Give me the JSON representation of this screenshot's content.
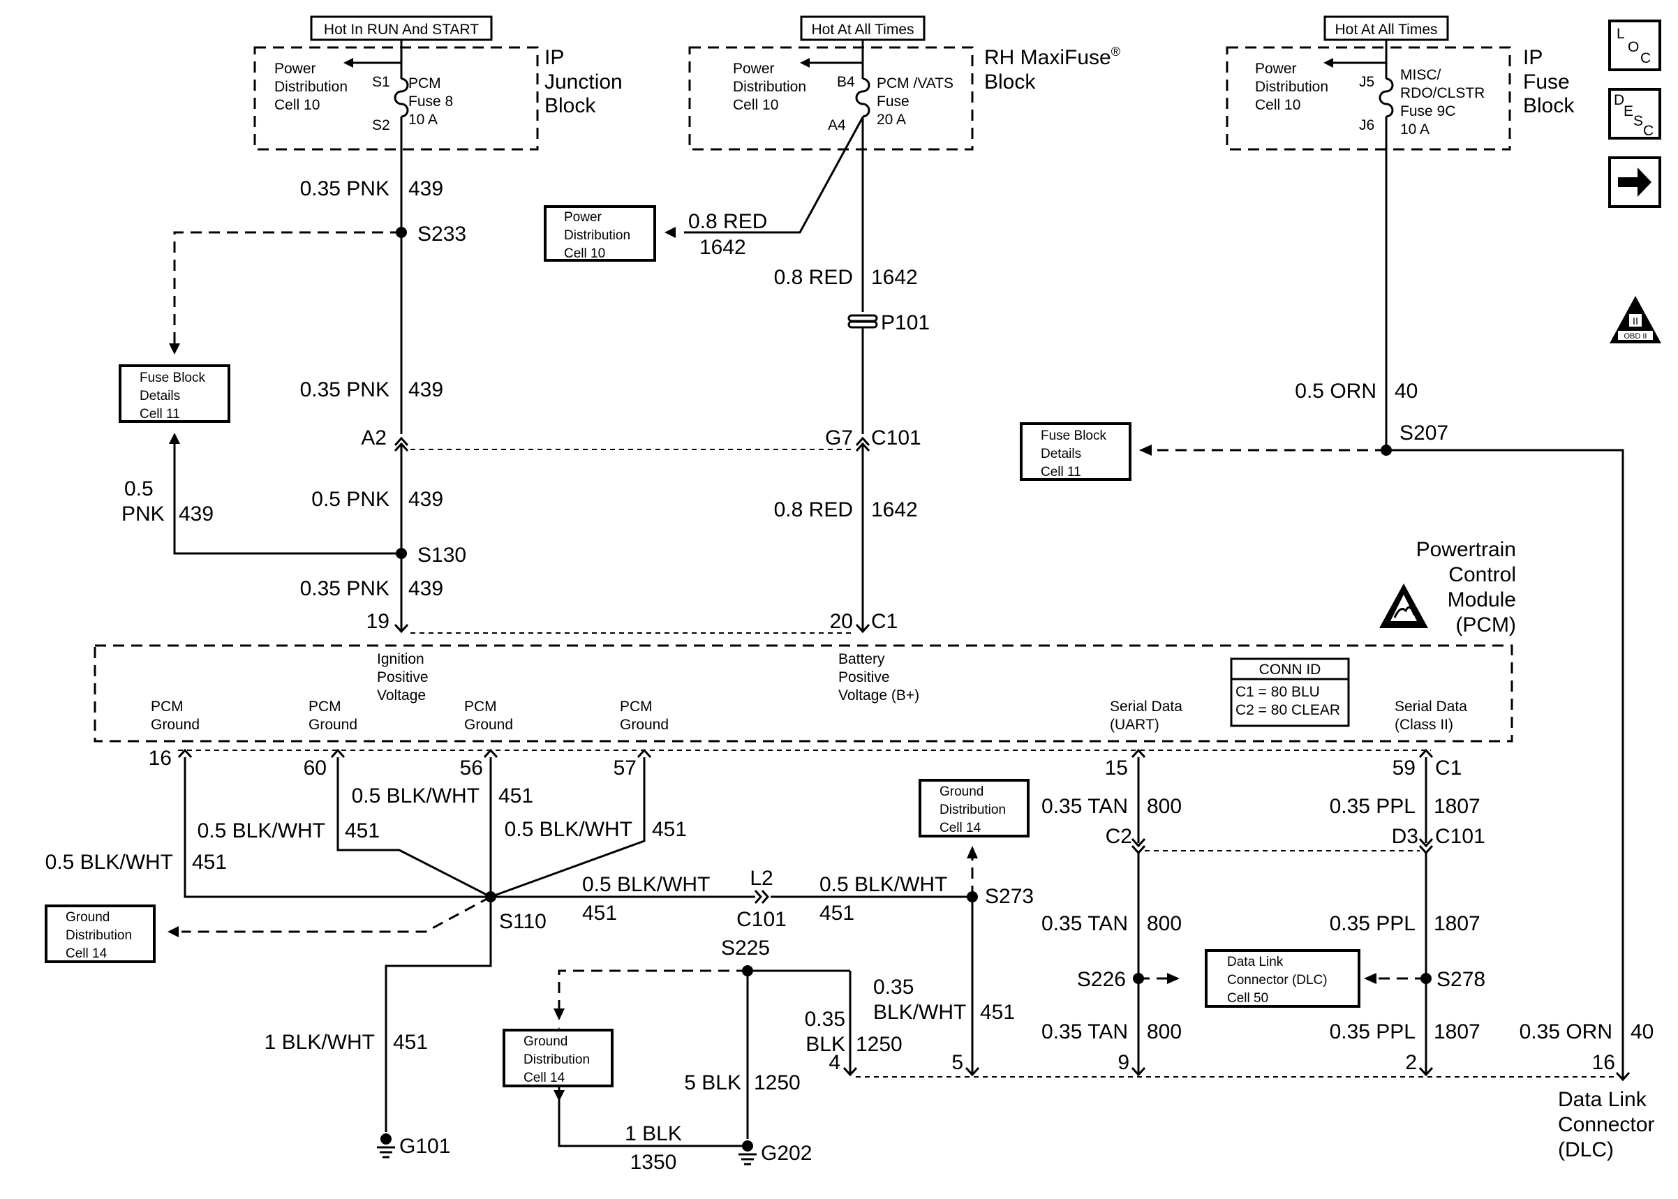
{
  "header_labels": {
    "hot_run_start": "Hot In RUN And START",
    "hot_all_1": "Hot At All Times",
    "hot_all_2": "Hot At All Times"
  },
  "blocks": {
    "ip_junction": [
      "IP",
      "Junction",
      "Block"
    ],
    "rh_maxifuse": [
      "RH MaxiFuse",
      "®",
      "Block"
    ],
    "ip_fuse": [
      "IP",
      "Fuse",
      "Block"
    ]
  },
  "fuses": {
    "pcm_fuse_8": [
      "PCM",
      "Fuse 8",
      "10 A"
    ],
    "pcm_vats_fuse": [
      "PCM /VATS",
      "Fuse",
      "20 A"
    ],
    "misc_fuse_9c": [
      "MISC/",
      "RDO/CLSTR",
      "Fuse 9C",
      "10 A"
    ]
  },
  "pins": {
    "s1": "S1",
    "s2": "S2",
    "b4": "B4",
    "a4": "A4",
    "j5": "J5",
    "j6": "J6"
  },
  "power_dist": [
    "Power",
    "Distribution",
    "Cell 10"
  ],
  "ref_boxes": {
    "power_dist_10": [
      "Power",
      "Distribution",
      "Cell 10"
    ],
    "fuse_block_11a": [
      "Fuse Block",
      "Details",
      "Cell 11"
    ],
    "fuse_block_11b": [
      "Fuse Block",
      "Details",
      "Cell 11"
    ],
    "ground_dist_14a": [
      "Ground",
      "Distribution",
      "Cell 14"
    ],
    "ground_dist_14b": [
      "Ground",
      "Distribution",
      "Cell 14"
    ],
    "ground_dist_14c": [
      "Ground",
      "Distribution",
      "Cell 14"
    ],
    "dlc_50": [
      "Data Link",
      "Connector (DLC)",
      "Cell 50"
    ]
  },
  "wires": {
    "pnk_439_a": [
      "0.35 PNK",
      "439"
    ],
    "pnk_439_b": [
      "0.35 PNK",
      "439"
    ],
    "pnk_439_c": [
      "0.5 PNK",
      "439"
    ],
    "pnk_439_d": [
      "0.35 PNK",
      "439"
    ],
    "pnk_439_side": [
      "0.5",
      "PNK",
      "439"
    ],
    "red_1642_a": [
      "0.8 RED",
      "1642"
    ],
    "red_1642_b": [
      "0.8 RED",
      "1642"
    ],
    "red_1642_c": [
      "0.8 RED",
      "1642"
    ],
    "orn_40_a": [
      "0.5 ORN",
      "40"
    ],
    "orn_40_b": [
      "0.35 ORN",
      "40"
    ],
    "blkwht_451_a": [
      "0.5 BLK/WHT",
      "451"
    ],
    "blkwht_451_b": [
      "0.5 BLK/WHT",
      "451"
    ],
    "blkwht_451_c": [
      "0.5 BLK/WHT",
      "451"
    ],
    "blkwht_451_d": [
      "0.5 BLK/WHT",
      "451"
    ],
    "blkwht_451_e": [
      "0.5 BLK/WHT",
      "451"
    ],
    "blkwht_451_f": [
      "0.5 BLK/WHT",
      "451"
    ],
    "blkwht_451_g": [
      "0.35",
      "BLK/WHT",
      "451"
    ],
    "blkwht_451_h": [
      "1 BLK/WHT",
      "451"
    ],
    "blk_1250_a": [
      "0.35",
      "BLK",
      "1250"
    ],
    "blk_1250_b": [
      "5 BLK",
      "1250"
    ],
    "blk_1350": [
      "1 BLK",
      "1350"
    ],
    "tan_800_a": [
      "0.35 TAN",
      "800"
    ],
    "tan_800_b": [
      "0.35 TAN",
      "800"
    ],
    "tan_800_c": [
      "0.35 TAN",
      "800"
    ],
    "ppl_1807_a": [
      "0.35 PPL",
      "1807"
    ],
    "ppl_1807_b": [
      "0.35 PPL",
      "1807"
    ],
    "ppl_1807_c": [
      "0.35 PPL",
      "1807"
    ]
  },
  "splices": {
    "s233": "S233",
    "s130": "S130",
    "s207": "S207",
    "s110": "S110",
    "s225": "S225",
    "s273": "S273",
    "s226": "S226",
    "s278": "S278"
  },
  "connectors": {
    "p101": "P101",
    "a2": "A2",
    "g7": "G7",
    "c101_a": "C101",
    "c101_b": "C101",
    "l2": "L2",
    "c2": "C2",
    "d3": "D3",
    "c101_c": "C101",
    "c1_a": "C1",
    "c1_b": "C1"
  },
  "pcm_pins": {
    "p19": "19",
    "p20": "20",
    "p16": "16",
    "p60": "60",
    "p56": "56",
    "p57": "57",
    "p15": "15",
    "p59": "59"
  },
  "dlc_pins": {
    "p4": "4",
    "p5": "5",
    "p9": "9",
    "p2": "2",
    "p16": "16"
  },
  "grounds": {
    "g101": "G101",
    "g202": "G202"
  },
  "pcm": {
    "title": [
      "Powertrain",
      "Control",
      "Module",
      "(PCM)"
    ],
    "ign": [
      "Ignition",
      "Positive",
      "Voltage"
    ],
    "batt": [
      "Battery",
      "Positive",
      "Voltage (B+)"
    ],
    "grounds": [
      [
        "PCM",
        "Ground"
      ],
      [
        "PCM",
        "Ground"
      ],
      [
        "PCM",
        "Ground"
      ],
      [
        "PCM",
        "Ground"
      ]
    ],
    "serial_uart": [
      "Serial Data",
      "(UART)"
    ],
    "serial_class2": [
      "Serial Data",
      "(Class II)"
    ],
    "conn_id": {
      "title": "CONN ID",
      "c1": "C1 = 80 BLU",
      "c2": "C2 = 80 CLEAR"
    }
  },
  "dlc": [
    "Data Link",
    "Connector",
    "(DLC)"
  ],
  "side_icons": {
    "loc": [
      "L",
      "O",
      "C"
    ],
    "desc": [
      "D",
      "E",
      "S",
      "C"
    ],
    "obd": [
      "II",
      "OBD II"
    ]
  }
}
